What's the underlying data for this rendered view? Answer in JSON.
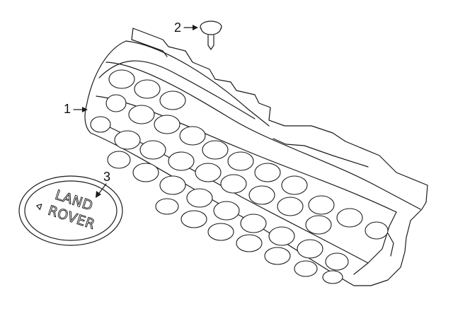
{
  "callouts": {
    "grille": "1",
    "clip": "2",
    "emblem": "3"
  },
  "emblem": {
    "line1": "LAND",
    "line2": "ROVER"
  },
  "colors": {
    "stroke": "#1a1a1a",
    "background": "#ffffff"
  }
}
